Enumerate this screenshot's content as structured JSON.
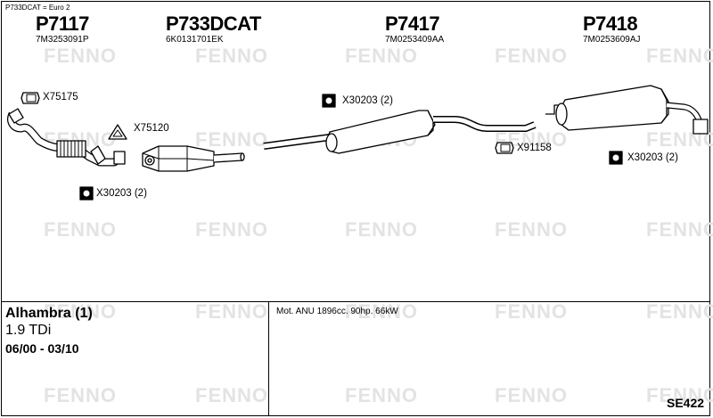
{
  "note": "P733DCAT = Euro 2",
  "watermark": "FENNO",
  "parts": [
    {
      "part_no": "P7117",
      "oem": "7M3253091P"
    },
    {
      "part_no": "P733DCAT",
      "oem": "6K0131701EK"
    },
    {
      "part_no": "P7417",
      "oem": "7M0253409AA"
    },
    {
      "part_no": "P7418",
      "oem": "7M0253609AJ"
    }
  ],
  "fittings": [
    {
      "code": "X75175"
    },
    {
      "code": "X75120"
    },
    {
      "code": "X30203 (2)"
    },
    {
      "code": "X30203 (2)"
    },
    {
      "code": "X91158"
    },
    {
      "code": "X30203 (2)"
    }
  ],
  "model": {
    "name": "Alhambra (1)",
    "engine": "1.9 TDi",
    "years": "06/00 - 03/10"
  },
  "motor": "Mot. ANU 1896cc. 90hp. 66kW",
  "reference": "SE422"
}
